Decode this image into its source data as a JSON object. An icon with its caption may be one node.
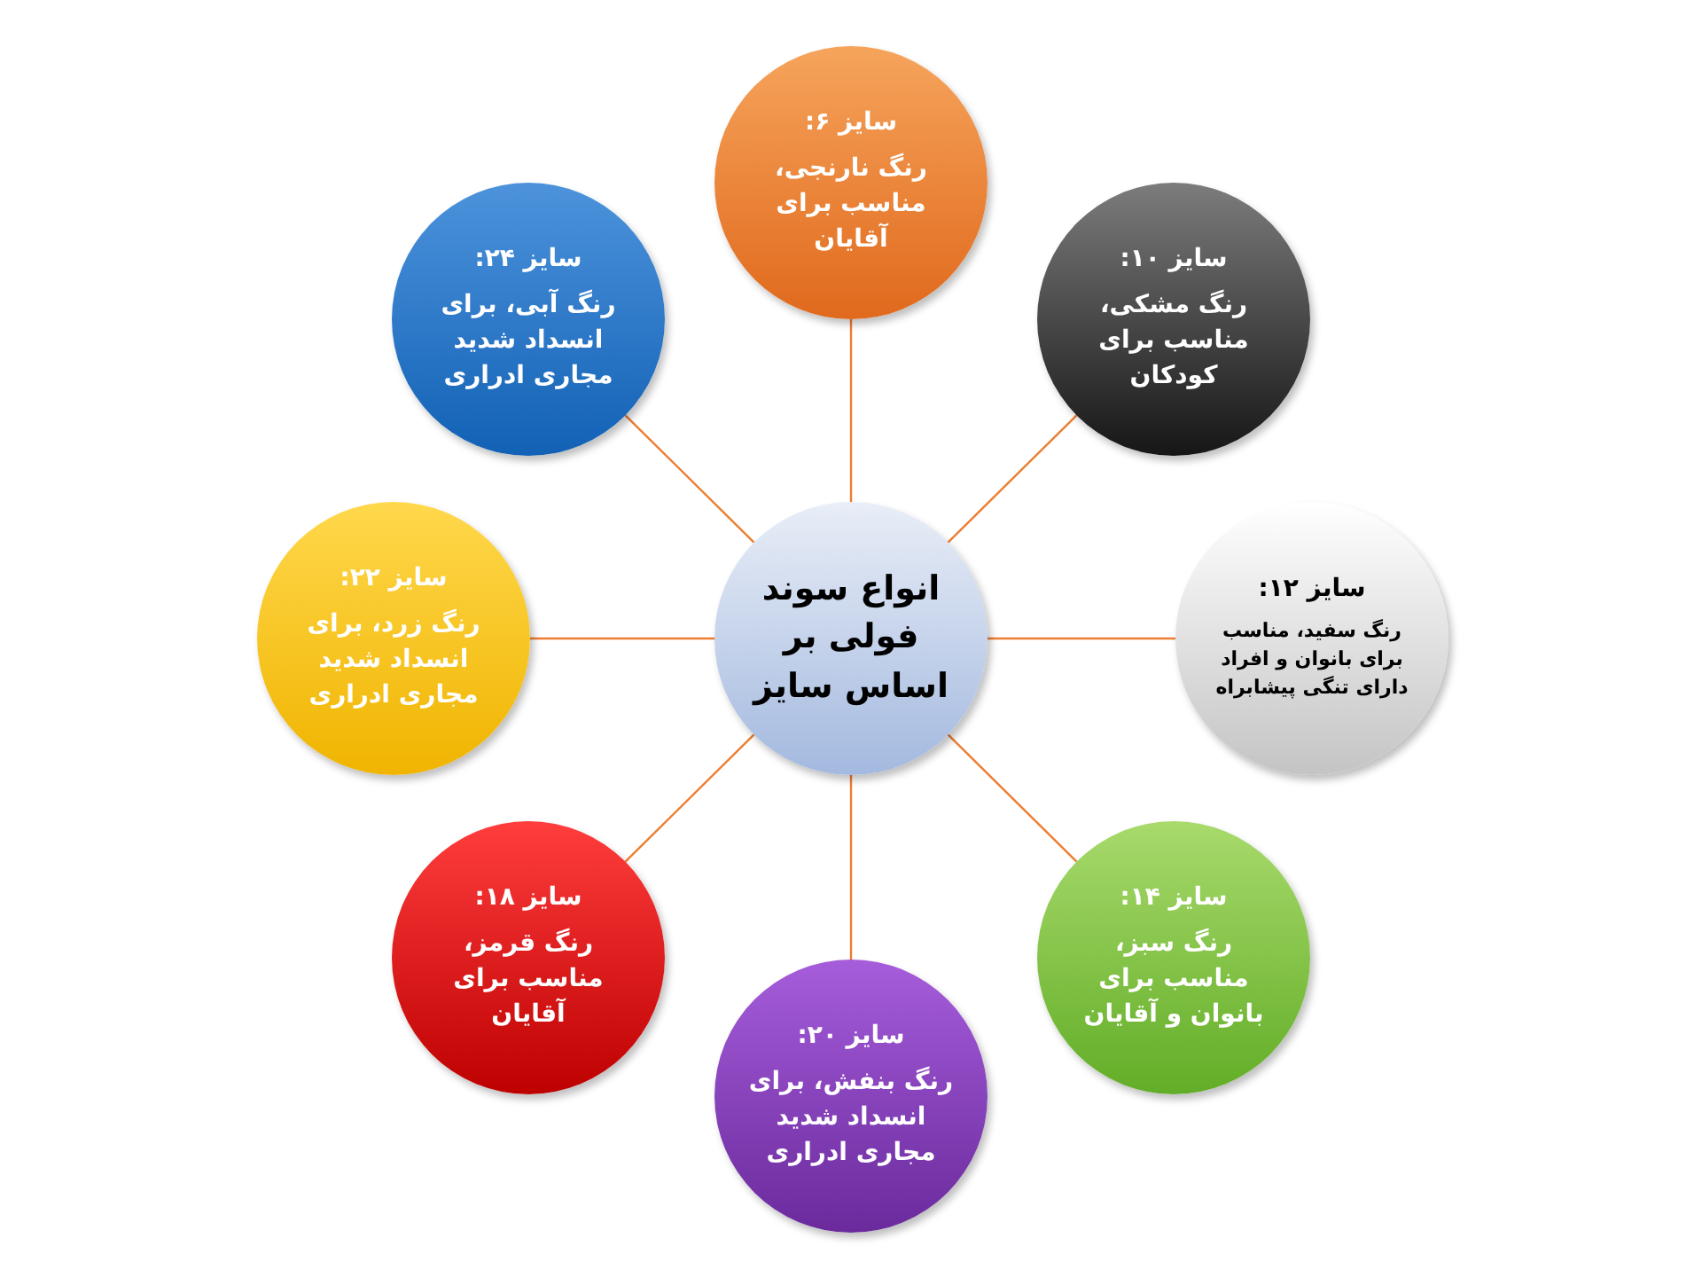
{
  "diagram": {
    "nodes": [
      {
        "text": [
          "انواع سوند فولی بر اساس سایز"
        ]
      },
      {
        "text": [
          "سایز ۶:",
          "رنگ نارنجی، مناسب برای آقایان"
        ]
      },
      {
        "text": [
          "سایز ۱۰:",
          "رنگ مشکی، مناسب برای کودکان"
        ]
      },
      {
        "text": [
          "سایز ۱۲:",
          "رنگ سفید، مناسب برای بانوان و افراد دارای تنگی پیشابراه"
        ]
      },
      {
        "text": [
          "سایز ۱۴:",
          "رنگ سبز، مناسب برای بانوان و آقایان"
        ]
      },
      {
        "text": [
          "سایز ۲۰:",
          "رنگ بنفش، برای انسداد شدید مجاری ادراری"
        ]
      },
      {
        "text": [
          "سایز ۱۸:",
          "رنگ قرمز، مناسب برای آقایان"
        ]
      },
      {
        "text": [
          "سایز ۲۲:",
          "رنگ زرد، برای انسداد شدید مجاری ادراری"
        ]
      },
      {
        "text": [
          "سایز ۲۴:",
          "رنگ آبی، برای انسداد شدید مجاری ادراری"
        ]
      }
    ],
    "edges": [
      {
        "from": 0,
        "to": 1,
        "arrow": "none"
      },
      {
        "from": 0,
        "to": 2,
        "arrow": "none"
      },
      {
        "from": 0,
        "to": 3,
        "arrow": "none"
      },
      {
        "from": 0,
        "to": 4,
        "arrow": "none"
      },
      {
        "from": 0,
        "to": 5,
        "arrow": "none"
      },
      {
        "from": 0,
        "to": 6,
        "arrow": "none"
      },
      {
        "from": 0,
        "to": 7,
        "arrow": "none"
      },
      {
        "from": 0,
        "to": 8,
        "arrow": "none"
      }
    ]
  }
}
